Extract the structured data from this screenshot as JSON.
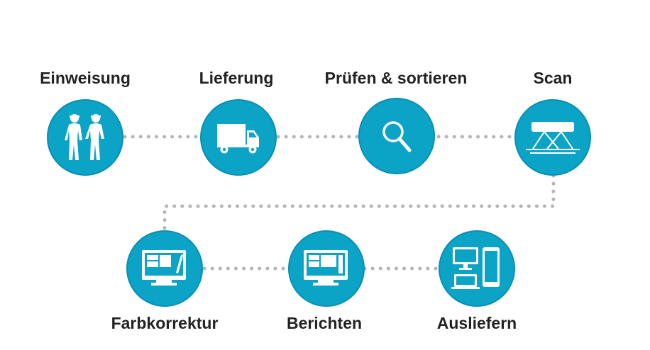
{
  "colors": {
    "circle": "#0ba3c6",
    "circle_border": "#0a8fb3",
    "connector": "#b5b5b5",
    "icon": "#ffffff",
    "label": "#222222"
  },
  "steps": [
    {
      "label": "Einweisung",
      "icon": "workers-icon"
    },
    {
      "label": "Lieferung",
      "icon": "truck-icon"
    },
    {
      "label": "Prüfen & sortieren",
      "icon": "magnifier-icon"
    },
    {
      "label": "Scan",
      "icon": "scanner-icon"
    },
    {
      "label": "Farbkorrektur",
      "icon": "monitor-pen-icon"
    },
    {
      "label": "Berichten",
      "icon": "monitor-icon"
    },
    {
      "label": "Ausliefern",
      "icon": "devices-icon"
    }
  ]
}
